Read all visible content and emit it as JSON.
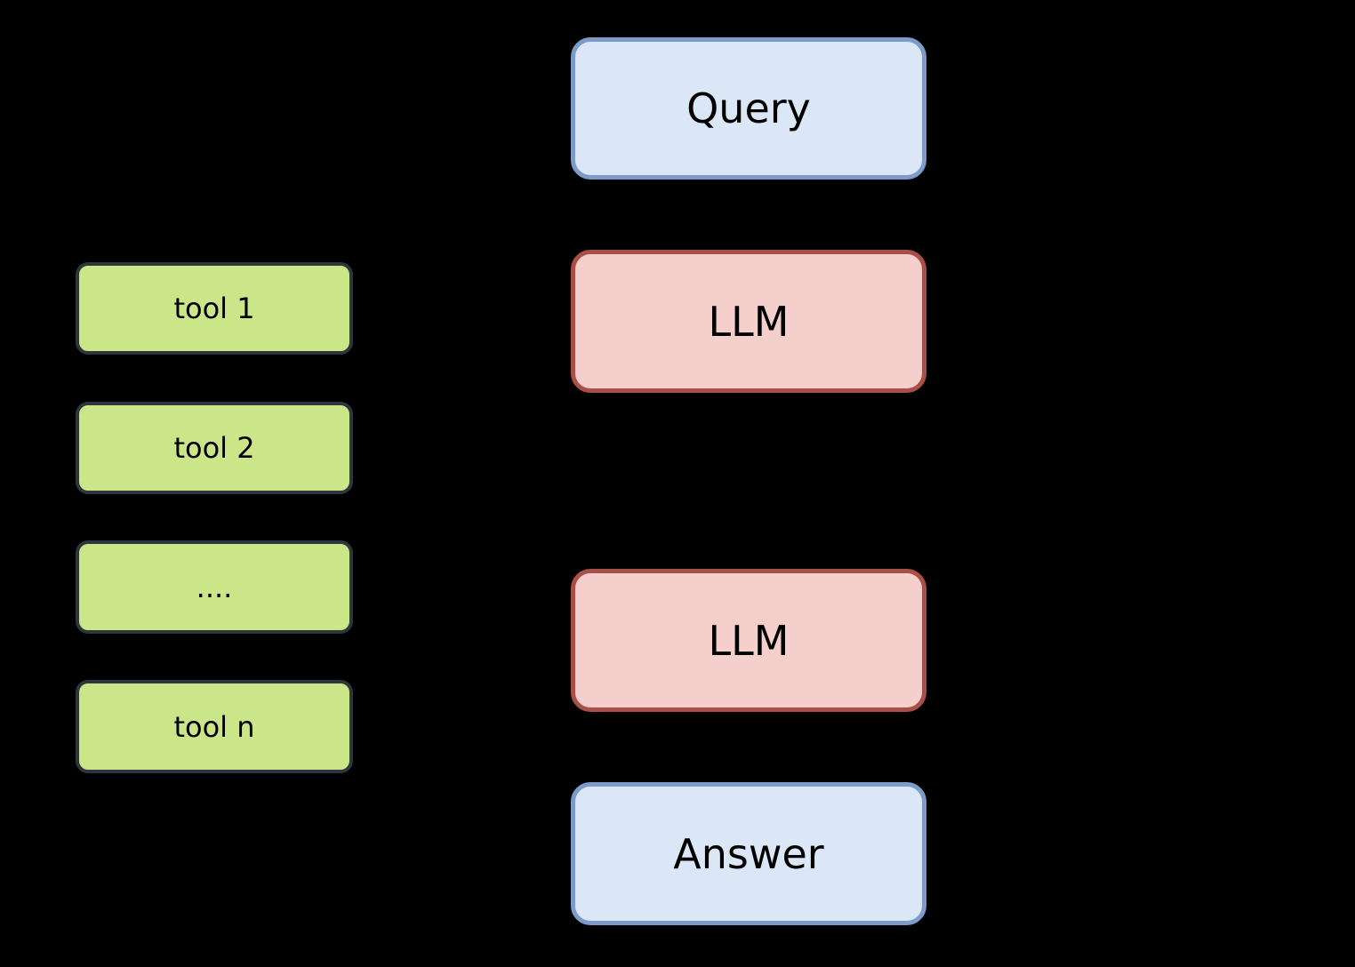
{
  "palette": {
    "background": "#000000",
    "text": "#000000",
    "io_fill": "#dbe7f7",
    "io_border": "#7d9bc8",
    "llm_fill": "#f5cfcb",
    "llm_border": "#a85048",
    "tool_fill": "#cbe689",
    "tool_border": "#2f353c"
  },
  "flow": {
    "nodes": [
      {
        "id": "query",
        "kind": "io",
        "label": "Query"
      },
      {
        "id": "llm-1",
        "kind": "llm",
        "label": "LLM"
      },
      {
        "id": "llm-2",
        "kind": "llm",
        "label": "LLM"
      },
      {
        "id": "answer",
        "kind": "io",
        "label": "Answer"
      }
    ]
  },
  "tools": {
    "items": [
      {
        "label": "tool 1"
      },
      {
        "label": "tool 2"
      },
      {
        "label": "...."
      },
      {
        "label": "tool n"
      }
    ]
  }
}
